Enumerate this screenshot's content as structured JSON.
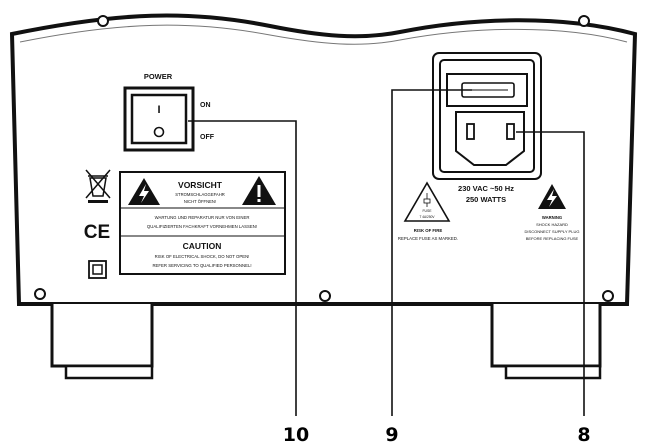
{
  "switch": {
    "title": "POWER",
    "on_label": "ON",
    "off_label": "OFF",
    "on_symbol": "I",
    "off_symbol": "O"
  },
  "warning_label": {
    "vorsicht_title": "VORSICHT",
    "vorsicht_line1": "STROMSCHLAGGEFAHR",
    "vorsicht_line2": "NICHT ÖFFNEN!",
    "german_line1": "WARTUNG UND REPARATUR NUR VON EINER",
    "german_line2": "QUALIFIZIERTEN FACHKRAFT VORNEHMEN LASSEN!",
    "caution_title": "CAUTION",
    "english_line1": "RISK OF ELECTRICAL SHOCK, DO NOT OPEN!",
    "english_line2": "REFER SERVICING TO QUALIFIED PERSONNEL!"
  },
  "power_info": {
    "voltage": "230 VAC ~50 Hz",
    "watts": "250 WATTS"
  },
  "fuse_notice": {
    "triangle_text1": "FUSE",
    "triangle_text2": "T 4A/250V",
    "line1": "RISK OF FIRE",
    "line2": "REPLACE FUSE AS MARKED."
  },
  "shock_notice": {
    "line1": "WARNING",
    "line2": "SHOCK HAZARD",
    "line3": "DISCONNECT SUPPLY PLUG",
    "line4": "BEFORE REPLACING FUSE"
  },
  "certifications": {
    "ce_mark": "CE"
  },
  "callouts": {
    "label_10": "10",
    "label_9": "9",
    "label_8": "8"
  },
  "icons": [
    "weee-bin-icon",
    "ce-mark-icon",
    "double-insulation-icon",
    "lightning-warning-icon",
    "exclamation-warning-icon",
    "fuse-icon",
    "power-socket-icon",
    "rocker-switch-icon",
    "screw-icon"
  ]
}
